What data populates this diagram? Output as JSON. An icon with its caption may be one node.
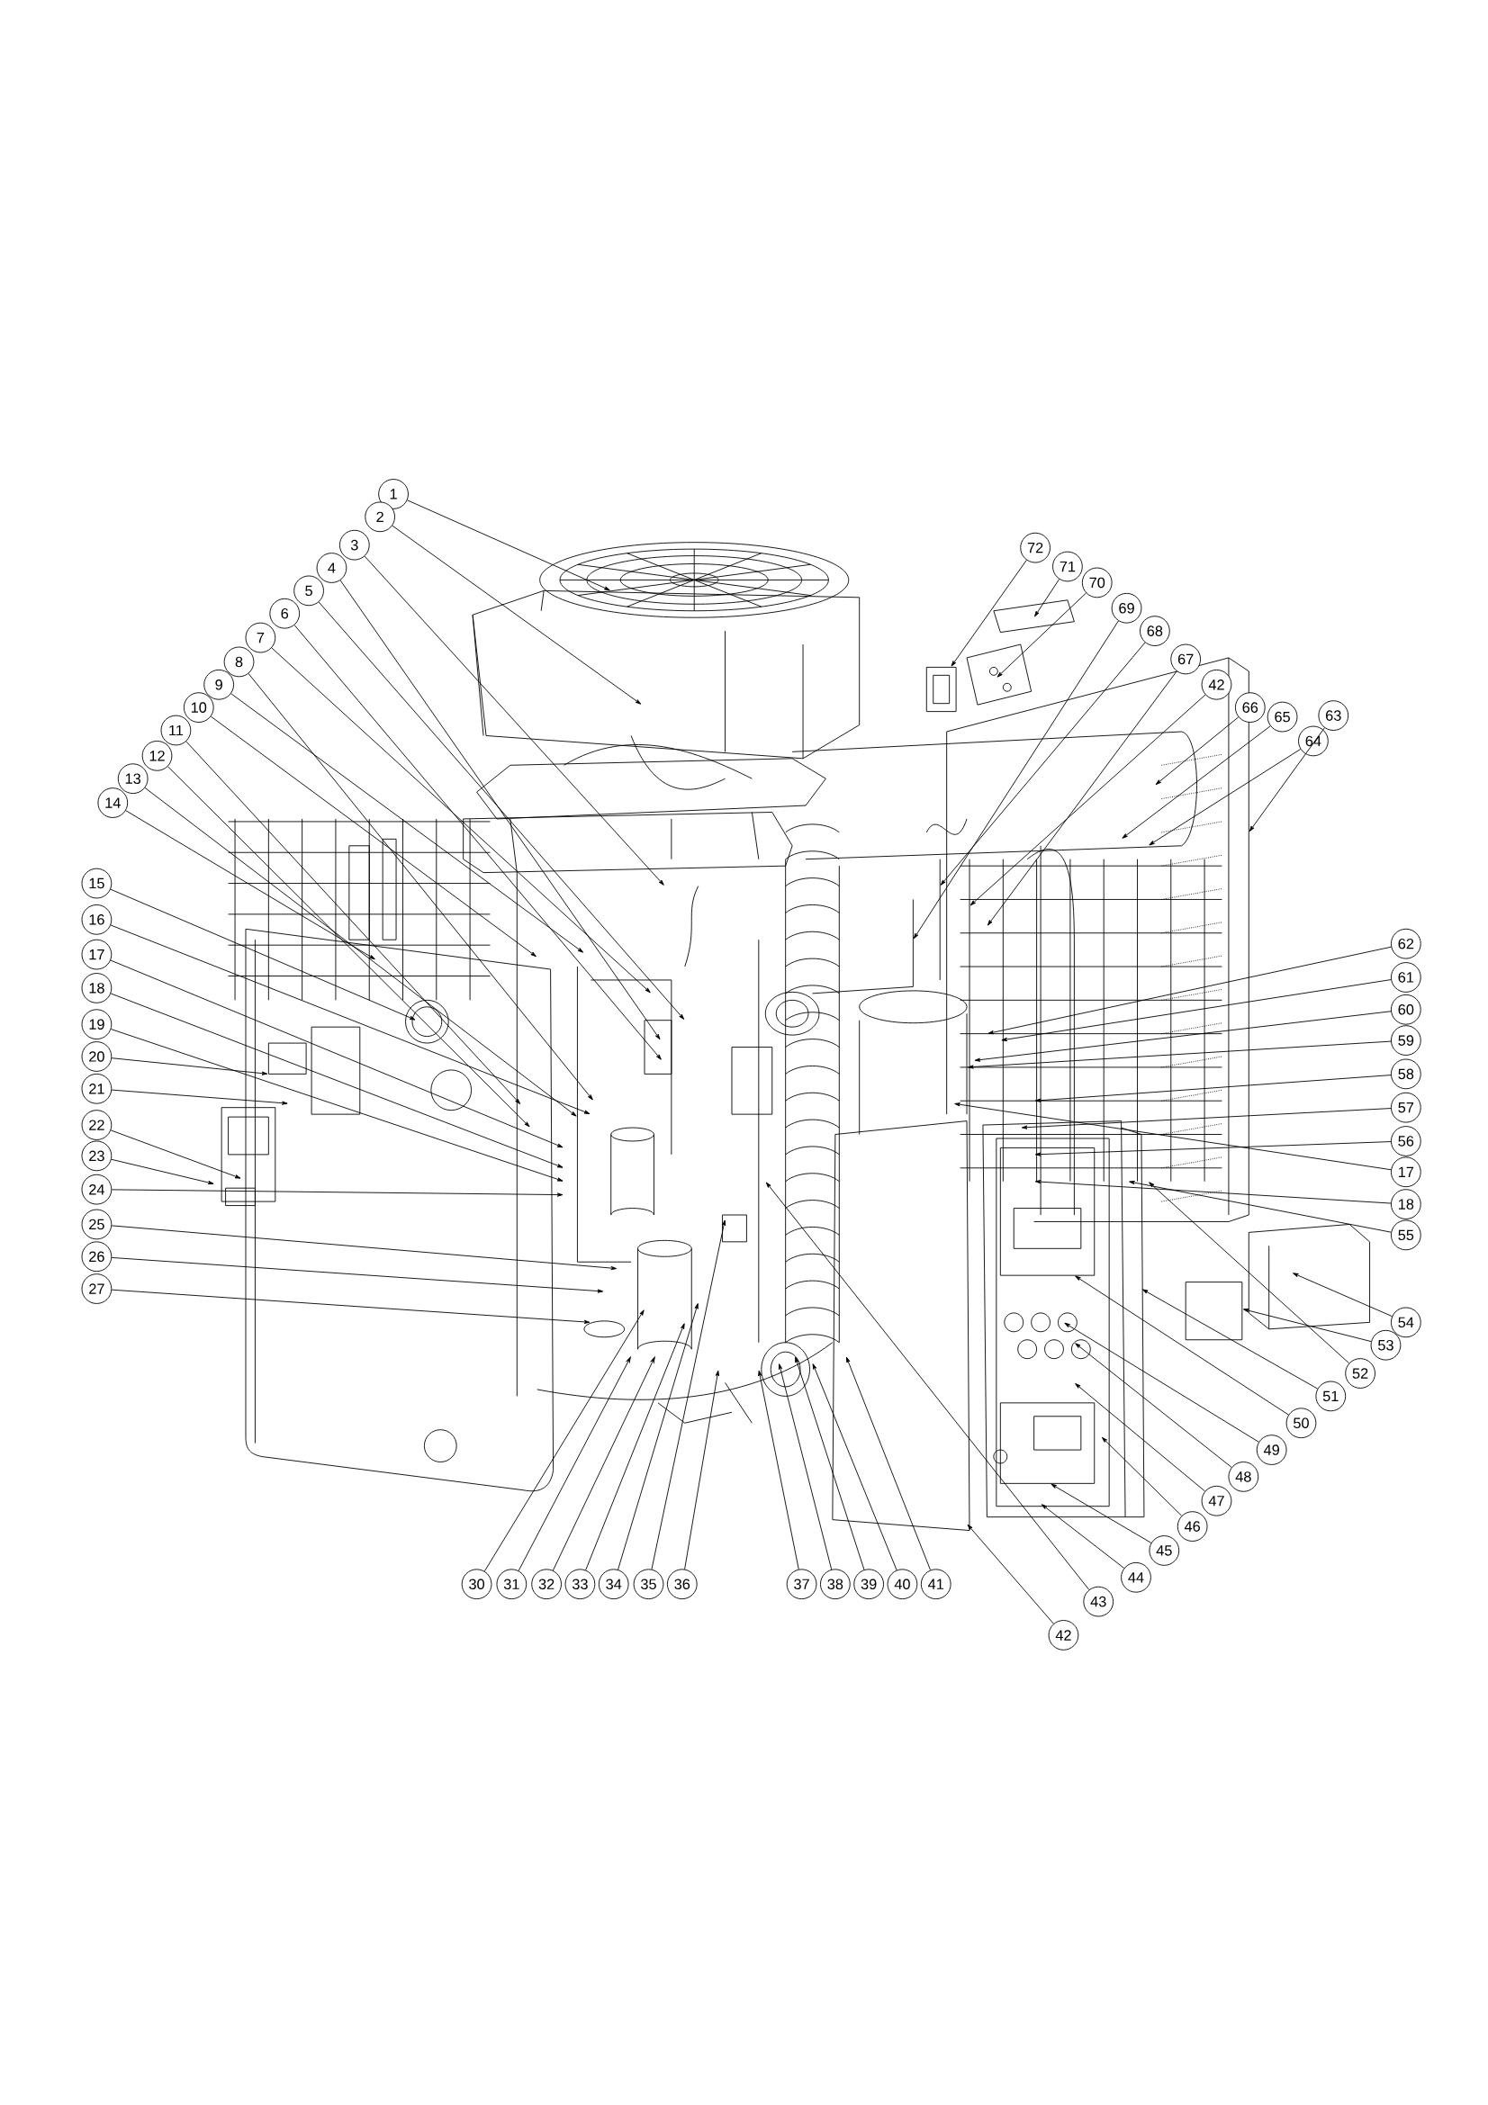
{
  "diagram": {
    "nodes": [
      {
        "text": [
          "1"
        ]
      },
      {
        "text": [
          "2"
        ]
      },
      {
        "text": [
          "3"
        ]
      },
      {
        "text": [
          "4"
        ]
      },
      {
        "text": [
          "5"
        ]
      },
      {
        "text": [
          "6"
        ]
      },
      {
        "text": [
          "7"
        ]
      },
      {
        "text": [
          "8"
        ]
      },
      {
        "text": [
          "9"
        ]
      },
      {
        "text": [
          "10"
        ]
      },
      {
        "text": [
          "11"
        ]
      },
      {
        "text": [
          "12"
        ]
      },
      {
        "text": [
          "13"
        ]
      },
      {
        "text": [
          "14"
        ]
      },
      {
        "text": [
          "15"
        ]
      },
      {
        "text": [
          "16"
        ]
      },
      {
        "text": [
          "17"
        ]
      },
      {
        "text": [
          "18"
        ]
      },
      {
        "text": [
          "19"
        ]
      },
      {
        "text": [
          "20"
        ]
      },
      {
        "text": [
          "21"
        ]
      },
      {
        "text": [
          "22"
        ]
      },
      {
        "text": [
          "23"
        ]
      },
      {
        "text": [
          "24"
        ]
      },
      {
        "text": [
          "25"
        ]
      },
      {
        "text": [
          "26"
        ]
      },
      {
        "text": [
          "27"
        ]
      },
      {
        "text": [
          "30"
        ]
      },
      {
        "text": [
          "31"
        ]
      },
      {
        "text": [
          "32"
        ]
      },
      {
        "text": [
          "33"
        ]
      },
      {
        "text": [
          "34"
        ]
      },
      {
        "text": [
          "35"
        ]
      },
      {
        "text": [
          "36"
        ]
      },
      {
        "text": [
          "37"
        ]
      },
      {
        "text": [
          "38"
        ]
      },
      {
        "text": [
          "39"
        ]
      },
      {
        "text": [
          "40"
        ]
      },
      {
        "text": [
          "41"
        ]
      },
      {
        "text": [
          "42"
        ]
      },
      {
        "text": [
          "43"
        ]
      },
      {
        "text": [
          "44"
        ]
      },
      {
        "text": [
          "45"
        ]
      },
      {
        "text": [
          "46"
        ]
      },
      {
        "text": [
          "47"
        ]
      },
      {
        "text": [
          "48"
        ]
      },
      {
        "text": [
          "49"
        ]
      },
      {
        "text": [
          "50"
        ]
      },
      {
        "text": [
          "51"
        ]
      },
      {
        "text": [
          "52"
        ]
      },
      {
        "text": [
          "53"
        ]
      },
      {
        "text": [
          "54"
        ]
      },
      {
        "text": [
          "55"
        ]
      },
      {
        "text": [
          "18"
        ]
      },
      {
        "text": [
          "17"
        ]
      },
      {
        "text": [
          "56"
        ]
      },
      {
        "text": [
          "57"
        ]
      },
      {
        "text": [
          "58"
        ]
      },
      {
        "text": [
          "59"
        ]
      },
      {
        "text": [
          "60"
        ]
      },
      {
        "text": [
          "61"
        ]
      },
      {
        "text": [
          "62"
        ]
      },
      {
        "text": [
          "63"
        ]
      },
      {
        "text": [
          "64"
        ]
      },
      {
        "text": [
          "65"
        ]
      },
      {
        "text": [
          "66"
        ]
      },
      {
        "text": [
          "42"
        ]
      },
      {
        "text": [
          "67"
        ]
      },
      {
        "text": [
          "68"
        ]
      },
      {
        "text": [
          "69"
        ]
      },
      {
        "text": [
          "70"
        ]
      },
      {
        "text": [
          "71"
        ]
      },
      {
        "text": [
          "72"
        ]
      }
    ],
    "edges": [
      {
        "from": 0,
        "to": null,
        "arrow": "to"
      },
      {
        "from": 1,
        "to": null,
        "arrow": "to"
      },
      {
        "from": 2,
        "to": null,
        "arrow": "to"
      },
      {
        "from": 3,
        "to": null,
        "arrow": "to"
      },
      {
        "from": 4,
        "to": null,
        "arrow": "to"
      },
      {
        "from": 5,
        "to": null,
        "arrow": "to"
      },
      {
        "from": 6,
        "to": null,
        "arrow": "to"
      },
      {
        "from": 7,
        "to": null,
        "arrow": "to"
      },
      {
        "from": 8,
        "to": null,
        "arrow": "to"
      },
      {
        "from": 9,
        "to": null,
        "arrow": "to"
      },
      {
        "from": 10,
        "to": null,
        "arrow": "to"
      },
      {
        "from": 11,
        "to": null,
        "arrow": "to"
      },
      {
        "from": 12,
        "to": null,
        "arrow": "to"
      },
      {
        "from": 13,
        "to": null,
        "arrow": "to"
      },
      {
        "from": 14,
        "to": null,
        "arrow": "to"
      },
      {
        "from": 15,
        "to": null,
        "arrow": "to"
      },
      {
        "from": 16,
        "to": null,
        "arrow": "to"
      },
      {
        "from": 17,
        "to": null,
        "arrow": "to"
      },
      {
        "from": 18,
        "to": null,
        "arrow": "to"
      },
      {
        "from": 19,
        "to": null,
        "arrow": "to"
      },
      {
        "from": 20,
        "to": null,
        "arrow": "to"
      },
      {
        "from": 21,
        "to": null,
        "arrow": "to"
      },
      {
        "from": 22,
        "to": null,
        "arrow": "to"
      },
      {
        "from": 23,
        "to": null,
        "arrow": "to"
      },
      {
        "from": 24,
        "to": null,
        "arrow": "to"
      },
      {
        "from": 25,
        "to": null,
        "arrow": "to"
      },
      {
        "from": 26,
        "to": null,
        "arrow": "to"
      },
      {
        "from": 27,
        "to": null,
        "arrow": "to"
      },
      {
        "from": 28,
        "to": null,
        "arrow": "to"
      },
      {
        "from": 29,
        "to": null,
        "arrow": "to"
      },
      {
        "from": 30,
        "to": null,
        "arrow": "to"
      },
      {
        "from": 31,
        "to": null,
        "arrow": "to"
      },
      {
        "from": 32,
        "to": null,
        "arrow": "to"
      },
      {
        "from": 33,
        "to": null,
        "arrow": "to"
      },
      {
        "from": 34,
        "to": null,
        "arrow": "to"
      },
      {
        "from": 35,
        "to": null,
        "arrow": "to"
      },
      {
        "from": 36,
        "to": null,
        "arrow": "to"
      },
      {
        "from": 37,
        "to": null,
        "arrow": "to"
      },
      {
        "from": 38,
        "to": null,
        "arrow": "to"
      },
      {
        "from": 39,
        "to": null,
        "arrow": "to"
      },
      {
        "from": 40,
        "to": null,
        "arrow": "to"
      },
      {
        "from": 41,
        "to": null,
        "arrow": "to"
      },
      {
        "from": 42,
        "to": null,
        "arrow": "to"
      },
      {
        "from": 43,
        "to": null,
        "arrow": "to"
      },
      {
        "from": 44,
        "to": null,
        "arrow": "to"
      },
      {
        "from": 45,
        "to": null,
        "arrow": "to"
      },
      {
        "from": 46,
        "to": null,
        "arrow": "to"
      },
      {
        "from": 47,
        "to": null,
        "arrow": "to"
      },
      {
        "from": 48,
        "to": null,
        "arrow": "to"
      },
      {
        "from": 49,
        "to": null,
        "arrow": "to"
      },
      {
        "from": 50,
        "to": null,
        "arrow": "to"
      },
      {
        "from": 51,
        "to": null,
        "arrow": "to"
      },
      {
        "from": 52,
        "to": null,
        "arrow": "to"
      },
      {
        "from": 53,
        "to": null,
        "arrow": "to"
      },
      {
        "from": 54,
        "to": null,
        "arrow": "to"
      },
      {
        "from": 55,
        "to": null,
        "arrow": "to"
      },
      {
        "from": 56,
        "to": null,
        "arrow": "to"
      },
      {
        "from": 57,
        "to": null,
        "arrow": "to"
      },
      {
        "from": 58,
        "to": null,
        "arrow": "to"
      },
      {
        "from": 59,
        "to": null,
        "arrow": "to"
      },
      {
        "from": 60,
        "to": null,
        "arrow": "to"
      },
      {
        "from": 61,
        "to": null,
        "arrow": "to"
      },
      {
        "from": 62,
        "to": null,
        "arrow": "to"
      },
      {
        "from": 63,
        "to": null,
        "arrow": "to"
      },
      {
        "from": 64,
        "to": null,
        "arrow": "to"
      },
      {
        "from": 65,
        "to": null,
        "arrow": "to"
      },
      {
        "from": 66,
        "to": null,
        "arrow": "to"
      },
      {
        "from": 67,
        "to": null,
        "arrow": "to"
      },
      {
        "from": 68,
        "to": null,
        "arrow": "to"
      },
      {
        "from": 69,
        "to": null,
        "arrow": "to"
      },
      {
        "from": 70,
        "to": null,
        "arrow": "to"
      },
      {
        "from": 71,
        "to": null,
        "arrow": "to"
      },
      {
        "from": 72,
        "to": null,
        "arrow": "to"
      }
    ]
  }
}
